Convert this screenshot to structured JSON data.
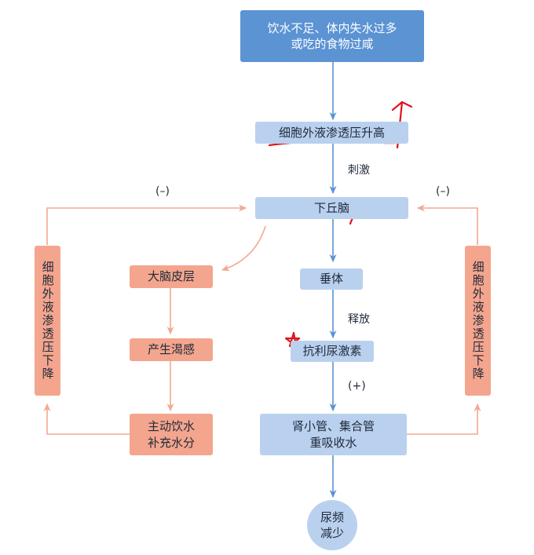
{
  "nodes": {
    "top": {
      "line1": "饮水不足、体内失水过多",
      "line2": "或吃的食物过咸"
    },
    "osm_up": "细胞外液渗透压升高",
    "hypothalamus": "下丘脑",
    "pituitary": "垂体",
    "adh": "抗利尿激素",
    "kidney": {
      "line1": "肾小管、集合管",
      "line2": "重吸收水"
    },
    "urine": {
      "line1": "尿频",
      "line2": "减少"
    },
    "cortex": "大脑皮层",
    "thirst": "产生渴感",
    "drink": {
      "line1": "主动饮水",
      "line2": "补充水分"
    },
    "osm_down_left": "细胞外液渗透压下降",
    "osm_down_right": "细胞外液渗透压下降"
  },
  "labels": {
    "stimulate": "刺激",
    "release": "释放",
    "neg_left": "(–)",
    "neg_right": "(–)",
    "pos": "(+)"
  },
  "colors": {
    "blue_dark": "#5b93d3",
    "blue_light": "#b9d1ef",
    "pink": "#f4a58d",
    "arrow_blue": "#5b93d3",
    "arrow_pink": "#f2a893",
    "annotation_red": "#e0141b"
  }
}
